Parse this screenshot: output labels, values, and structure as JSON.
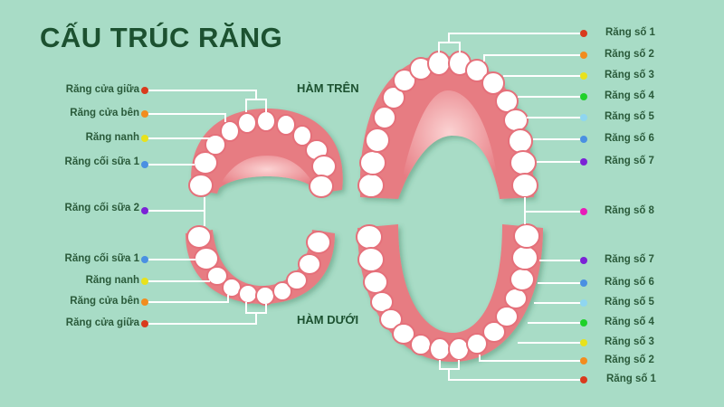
{
  "title": "CẤU TRÚC RĂNG",
  "jaw_labels": {
    "upper": "HÀM TRÊN",
    "lower": "HÀM DƯỚI"
  },
  "colors": {
    "background": "#a8dcc6",
    "title": "#1c5130",
    "gum": "#e77b82",
    "tooth": "#ffffff",
    "line": "#ffffff"
  },
  "baby_teeth": {
    "upper": [
      {
        "label": "Răng cửa giữa",
        "color": "#d93a1d"
      },
      {
        "label": "Răng cửa bên",
        "color": "#f28c1e"
      },
      {
        "label": "Răng nanh",
        "color": "#e8e21c"
      },
      {
        "label": "Răng cối sữa 1",
        "color": "#4a90e2"
      },
      {
        "label": "Răng cối sữa 2",
        "color": "#7b22d6"
      }
    ],
    "lower": [
      {
        "label": "Răng cối sữa 1",
        "color": "#4a90e2"
      },
      {
        "label": "Răng nanh",
        "color": "#e8e21c"
      },
      {
        "label": "Răng cửa bên",
        "color": "#f28c1e"
      },
      {
        "label": "Răng cửa giữa",
        "color": "#d93a1d"
      }
    ]
  },
  "adult_teeth": {
    "upper": [
      {
        "label": "Răng số 1",
        "color": "#d93a1d"
      },
      {
        "label": "Răng số 2",
        "color": "#f28c1e"
      },
      {
        "label": "Răng số 3",
        "color": "#e8e21c"
      },
      {
        "label": "Răng số 4",
        "color": "#1fd12a"
      },
      {
        "label": "Răng số 5",
        "color": "#8fd6f0"
      },
      {
        "label": "Răng số 6",
        "color": "#4a90e2"
      },
      {
        "label": "Răng số 7",
        "color": "#7b22d6"
      },
      {
        "label": "Răng số 8",
        "color": "#e81cb8"
      }
    ],
    "lower": [
      {
        "label": "Răng số 7",
        "color": "#7b22d6"
      },
      {
        "label": "Răng số 6",
        "color": "#4a90e2"
      },
      {
        "label": "Răng số 5",
        "color": "#8fd6f0"
      },
      {
        "label": "Răng số 4",
        "color": "#1fd12a"
      },
      {
        "label": "Răng số 3",
        "color": "#e8e21c"
      },
      {
        "label": "Răng số 2",
        "color": "#f28c1e"
      },
      {
        "label": "Răng số 1",
        "color": "#d93a1d"
      }
    ]
  }
}
